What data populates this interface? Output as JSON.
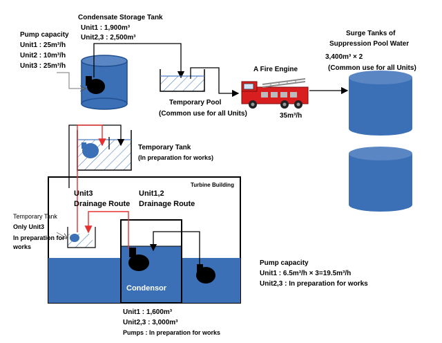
{
  "condensate_storage_tank": {
    "title": "Condensate Storage Tank",
    "unit1": "Unit1 : 1,900m³",
    "unit23": "Unit2,3 : 2,500m³"
  },
  "pump_capacity_top": {
    "title": "Pump capacity",
    "unit1": "Unit1 : 25m³/h",
    "unit2": "Unit2 : 10m³/h",
    "unit3": "Unit3 : 25m³/h"
  },
  "temporary_pool": {
    "title": "Temporary Pool",
    "note": "(Common use for all Units)"
  },
  "fire_engine": {
    "title": "A Fire Engine",
    "flow": "35m³/h"
  },
  "surge_tanks": {
    "title_line1": "Surge Tanks of",
    "title_line2": "Suppression Pool Water",
    "capacity": "3,400m³ × 2",
    "note": "(Common use for all Units)"
  },
  "temporary_tank_upper": {
    "title": "Temporary Tank",
    "note": "(In preparation for works)"
  },
  "turbine_building": {
    "label": "Turbine Building"
  },
  "unit3_route": {
    "line1": "Unit3",
    "line2": "Drainage Route"
  },
  "unit12_route": {
    "line1": "Unit1,2",
    "line2": "Drainage Route"
  },
  "temporary_tank_lower": {
    "title": "Temporary Tank",
    "line2": "Only Unit3",
    "line3": "In preparation for",
    "line4": "works"
  },
  "condensor": {
    "label": "Condensor",
    "unit1": "Unit1 : 1,600m³",
    "unit23": "Unit2,3 : 3,000m³",
    "pumps": "Pumps : In preparation for works"
  },
  "pump_capacity_bottom": {
    "title": "Pump capacity",
    "unit1": "Unit1 : 6.5m³/h × 3=19.5m³/h",
    "unit23": "Unit2,3 : In preparation for works"
  },
  "colors": {
    "water": "#3b6fb6",
    "water_dark": "#1f4f8f",
    "hatch": "#4f7fc0",
    "route_red": "#e53030",
    "line_black": "#000000",
    "fire_engine_red": "#d81e1e"
  }
}
